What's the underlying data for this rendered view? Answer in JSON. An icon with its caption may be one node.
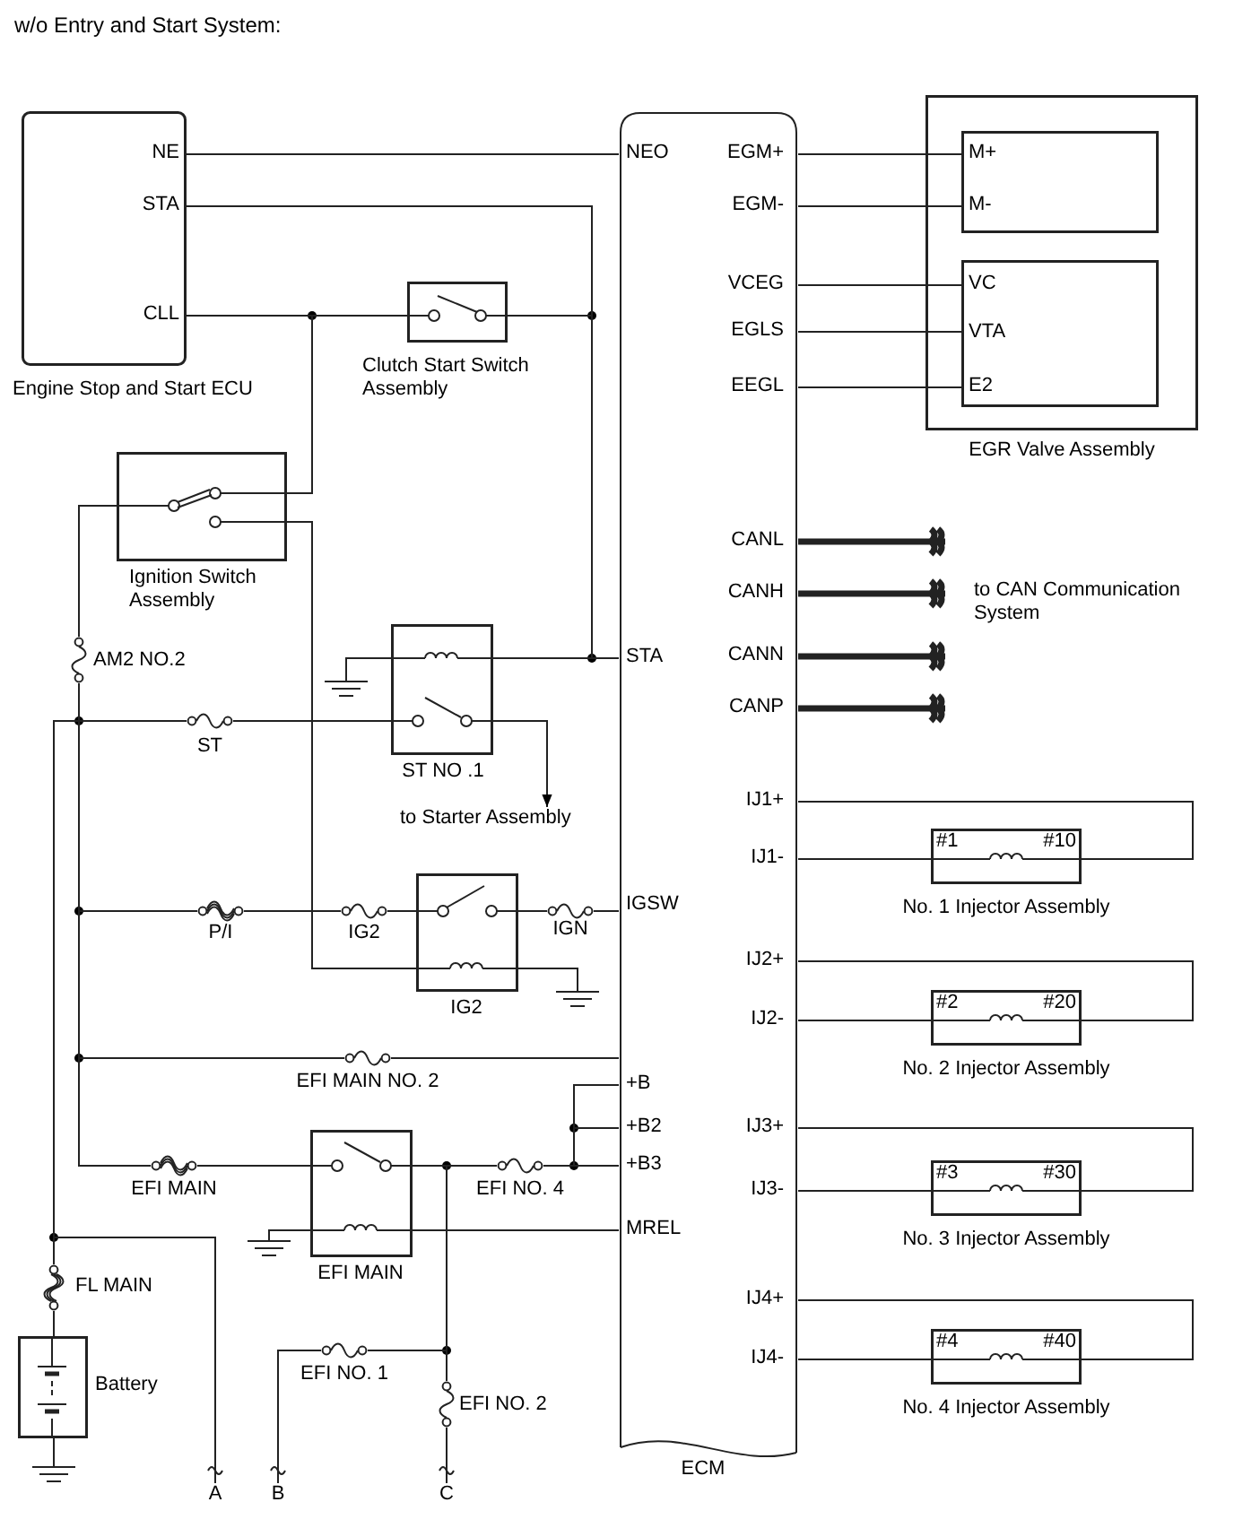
{
  "diagram": {
    "title": "w/o Entry and Start System:",
    "nodes": [
      {
        "text": [
          "NE",
          "STA",
          "CLL",
          "Engine Stop and Start ECU"
        ]
      },
      {
        "text": [
          "NEO",
          "EGM+",
          "EGM-",
          "VCEG",
          "EGLS",
          "EEGL",
          "CANL",
          "CANH",
          "STA",
          "CANN",
          "CANP",
          "IJ1+",
          "IJ1-",
          "IGSW",
          "IJ2+",
          "IJ2-",
          "+B",
          "+B2",
          "IJ3+",
          "+B3",
          "IJ3-",
          "MREL",
          "IJ4+",
          "IJ4-",
          "ECM"
        ]
      },
      {
        "text": [
          "EGR Valve Assembly"
        ]
      },
      {
        "text": [
          "M+",
          "M-"
        ],
        "in": 2
      },
      {
        "text": [
          "VC",
          "VTA",
          "E2"
        ],
        "in": 2
      },
      {
        "text": [
          "Clutch Start Switch Assembly"
        ]
      },
      {
        "text": [
          "Ignition Switch Assembly"
        ]
      },
      {
        "text": [
          "AM2 NO.2"
        ]
      },
      {
        "text": [
          "to CAN Communication System"
        ]
      },
      {
        "text": [
          "ST NO .1"
        ]
      },
      {
        "text": [
          "ST"
        ]
      },
      {
        "text": [
          "to Starter Assembly"
        ]
      },
      {
        "text": [
          "P/I"
        ]
      },
      {
        "text": [
          "IG2"
        ]
      },
      {
        "text": [
          "IG2"
        ]
      },
      {
        "text": [
          "IGN"
        ]
      },
      {
        "text": [
          "EFI MAIN NO. 2"
        ]
      },
      {
        "text": [
          "EFI MAIN"
        ]
      },
      {
        "text": [
          "EFI MAIN"
        ]
      },
      {
        "text": [
          "EFI NO. 4"
        ]
      },
      {
        "text": [
          "FL MAIN"
        ]
      },
      {
        "text": [
          "Battery"
        ]
      },
      {
        "text": [
          "EFI NO. 1"
        ]
      },
      {
        "text": [
          "EFI NO. 2"
        ]
      },
      {
        "text": [
          "A"
        ]
      },
      {
        "text": [
          "B"
        ]
      },
      {
        "text": [
          "C"
        ]
      },
      {
        "text": [
          "#1",
          "#10",
          "No. 1 Injector Assembly"
        ]
      },
      {
        "text": [
          "#2",
          "#20",
          "No. 2 Injector Assembly"
        ]
      },
      {
        "text": [
          "#3",
          "#30",
          "No. 3 Injector Assembly"
        ]
      },
      {
        "text": [
          "#4",
          "#40",
          "No. 4 Injector Assembly"
        ]
      }
    ],
    "edges": [
      {
        "from": 0,
        "to": 1,
        "arrow": "none"
      },
      {
        "from": 0,
        "to": 1,
        "arrow": "none"
      },
      {
        "from": 0,
        "to": 5,
        "arrow": "none"
      },
      {
        "from": 5,
        "to": 1,
        "arrow": "none"
      },
      {
        "from": 6,
        "to": 5,
        "arrow": "none"
      },
      {
        "from": 9,
        "to": 1,
        "arrow": "none"
      },
      {
        "from": 6,
        "to": 14,
        "arrow": "none"
      },
      {
        "from": 6,
        "to": 7,
        "arrow": "none"
      },
      {
        "from": 20,
        "to": 7,
        "arrow": "none"
      },
      {
        "from": 20,
        "to": 10,
        "arrow": "none"
      },
      {
        "from": 20,
        "to": 12,
        "arrow": "none"
      },
      {
        "from": 20,
        "to": 16,
        "arrow": "none"
      },
      {
        "from": 20,
        "to": 17,
        "arrow": "none"
      },
      {
        "from": 20,
        "to": 24,
        "arrow": "none"
      },
      {
        "from": 21,
        "to": 20,
        "arrow": "none"
      },
      {
        "from": 10,
        "to": 9,
        "arrow": "none"
      },
      {
        "from": 9,
        "to": 11,
        "arrow": "to"
      },
      {
        "from": 12,
        "to": 13,
        "arrow": "none"
      },
      {
        "from": 13,
        "to": 14,
        "arrow": "none"
      },
      {
        "from": 14,
        "to": 15,
        "arrow": "none"
      },
      {
        "from": 15,
        "to": 1,
        "arrow": "none"
      },
      {
        "from": 16,
        "to": 1,
        "arrow": "none"
      },
      {
        "from": 17,
        "to": 18,
        "arrow": "none"
      },
      {
        "from": 18,
        "to": 19,
        "arrow": "none"
      },
      {
        "from": 19,
        "to": 1,
        "arrow": "none"
      },
      {
        "from": 1,
        "to": 18,
        "arrow": "none"
      },
      {
        "from": 18,
        "to": 22,
        "arrow": "none"
      },
      {
        "from": 18,
        "to": 23,
        "arrow": "none"
      },
      {
        "from": 22,
        "to": 25,
        "arrow": "none"
      },
      {
        "from": 23,
        "to": 26,
        "arrow": "none"
      },
      {
        "from": 1,
        "to": 3,
        "arrow": "none"
      },
      {
        "from": 1,
        "to": 3,
        "arrow": "none"
      },
      {
        "from": 1,
        "to": 4,
        "arrow": "none"
      },
      {
        "from": 1,
        "to": 4,
        "arrow": "none"
      },
      {
        "from": 1,
        "to": 4,
        "arrow": "none"
      },
      {
        "from": 1,
        "to": 8,
        "arrow": "none",
        "style": "thick"
      },
      {
        "from": 1,
        "to": 8,
        "arrow": "none",
        "style": "thick"
      },
      {
        "from": 1,
        "to": 8,
        "arrow": "none",
        "style": "thick"
      },
      {
        "from": 1,
        "to": 8,
        "arrow": "none",
        "style": "thick"
      },
      {
        "from": 1,
        "to": 27,
        "arrow": "none"
      },
      {
        "from": 1,
        "to": 27,
        "arrow": "none"
      },
      {
        "from": 1,
        "to": 28,
        "arrow": "none"
      },
      {
        "from": 1,
        "to": 28,
        "arrow": "none"
      },
      {
        "from": 1,
        "to": 29,
        "arrow": "none"
      },
      {
        "from": 1,
        "to": 29,
        "arrow": "none"
      },
      {
        "from": 1,
        "to": 30,
        "arrow": "none"
      },
      {
        "from": 1,
        "to": 30,
        "arrow": "none"
      }
    ]
  }
}
